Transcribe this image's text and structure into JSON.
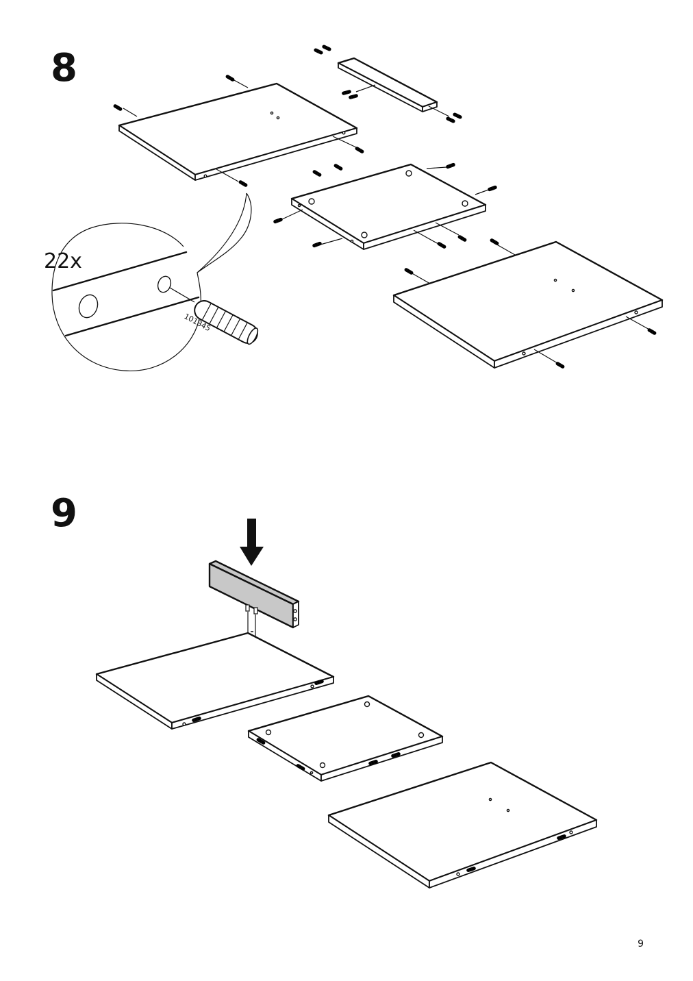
{
  "steps": [
    {
      "number": "8"
    },
    {
      "number": "9"
    }
  ],
  "callout": {
    "quantity": "22x",
    "part_number": "101345"
  },
  "page_number": "9"
}
